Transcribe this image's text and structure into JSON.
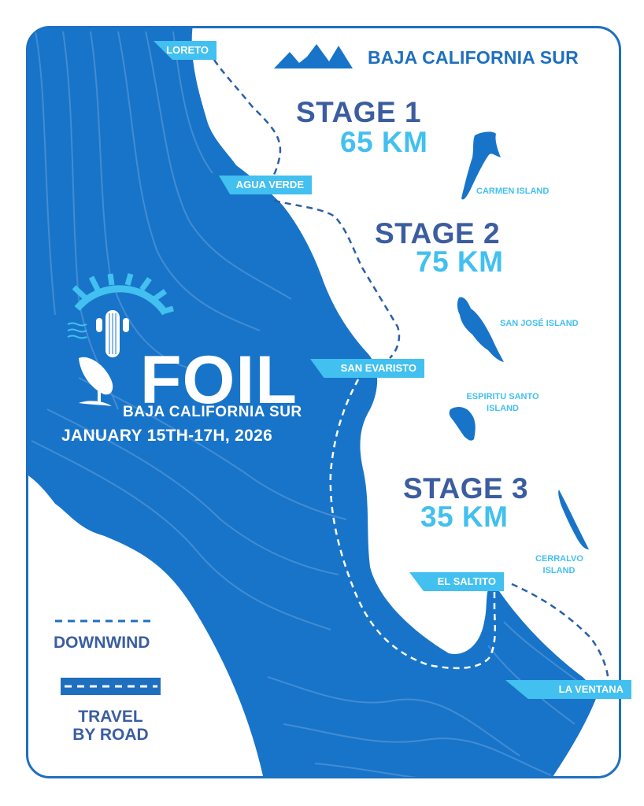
{
  "header": {
    "title": "BAJA CALIFORNIA SUR",
    "icon": "mountains-icon"
  },
  "stages": [
    {
      "title": "STAGE 1",
      "distance": "65 KM"
    },
    {
      "title": "STAGE 2",
      "distance": "75 KM"
    },
    {
      "title": "STAGE 3",
      "distance": "35 KM"
    }
  ],
  "locations": [
    {
      "name": "LORETO"
    },
    {
      "name": "AGUA VERDE"
    },
    {
      "name": "SAN EVARISTO"
    },
    {
      "name": "EL SALTITO"
    },
    {
      "name": "LA VENTANA"
    }
  ],
  "islands": [
    {
      "name": "CARMEN ISLAND"
    },
    {
      "name": "SAN JOSÉ ISLAND"
    },
    {
      "name": "ESPIRITU SANTO ISLAND",
      "line1": "ESPIRITU SANTO",
      "line2": "ISLAND"
    },
    {
      "name": "CERRALVO ISLAND",
      "line1": "CERRALVO",
      "line2": "ISLAND"
    }
  ],
  "logo": {
    "title": "FOIL",
    "subtitle": "BAJA CALIFORNIA SUR",
    "dates": "JANUARY 15TH-17H, 2026"
  },
  "legend": {
    "downwind": "DOWNWIND",
    "road_line1": "TRAVEL",
    "road_line2": "BY ROAD"
  },
  "colors": {
    "land": "#1874c9",
    "accent": "#42c0ef",
    "title_dark": "#3b5da0",
    "border": "#1f6fbf",
    "contour": "#4d93d6"
  }
}
